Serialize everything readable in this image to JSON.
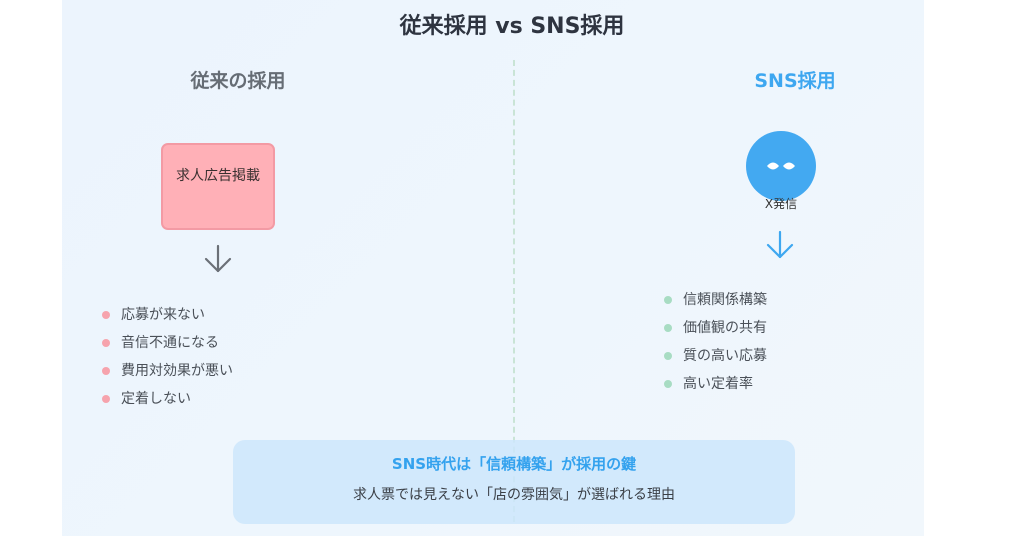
{
  "title": "従来採用 vs SNS採用",
  "traditional": {
    "heading": "従来の採用",
    "box_label": "求人広告掲載",
    "items": [
      "応募が来ない",
      "音信不通になる",
      "費用対効果が悪い",
      "定着しない"
    ]
  },
  "sns": {
    "heading": "SNS採用",
    "icon_label": "X発信",
    "items": [
      "信頼関係構築",
      "価値観の共有",
      "質の高い応募",
      "高い定着率"
    ]
  },
  "summary": {
    "title": "SNS時代は「信頼構築」が採用の鍵",
    "subtitle": "求人票では見えない「店の雰囲気」が選ばれる理由"
  },
  "colors": {
    "traditional_accent": "#ffb0b7",
    "sns_accent": "#43a9f1",
    "positive_bullet": "#a8dcc3"
  },
  "icons": {
    "sns_circle": "x-logo-icon",
    "flow": "arrow-down-icon"
  }
}
